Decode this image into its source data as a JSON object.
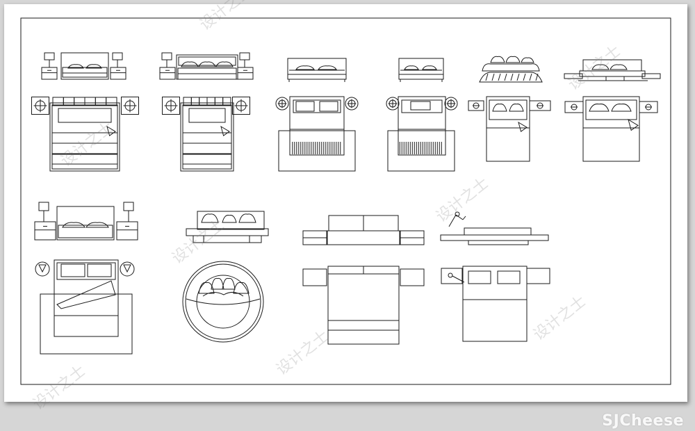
{
  "watermark": {
    "text": "设计之士",
    "brand": "SJCheese"
  },
  "sheet": {
    "background": "#ffffff",
    "line_color": "#1a1a1a",
    "page_background": "#d6d6d6"
  },
  "symbols": [
    {
      "name": "bed-elevation-1",
      "view": "elevation",
      "lamps": 2,
      "nightstands": 2
    },
    {
      "name": "bed-elevation-2",
      "view": "elevation",
      "lamps": 2,
      "nightstands": 2
    },
    {
      "name": "bed-elevation-3",
      "view": "elevation"
    },
    {
      "name": "bed-elevation-4",
      "view": "elevation"
    },
    {
      "name": "bed-elevation-5",
      "view": "elevation",
      "draped": true
    },
    {
      "name": "bed-elevation-6",
      "view": "elevation",
      "platform": true
    },
    {
      "name": "bed-plan-1",
      "view": "plan",
      "tufted_headboard": true
    },
    {
      "name": "bed-plan-2",
      "view": "plan",
      "tufted_headboard": true
    },
    {
      "name": "bed-plan-3",
      "view": "plan",
      "rug": true
    },
    {
      "name": "bed-plan-4",
      "view": "plan",
      "rug": true
    },
    {
      "name": "bed-plan-5",
      "view": "plan"
    },
    {
      "name": "bed-plan-6",
      "view": "plan"
    },
    {
      "name": "bed-elevation-7",
      "view": "elevation",
      "lamps": 2
    },
    {
      "name": "bed-elevation-8",
      "view": "elevation",
      "platform": true
    },
    {
      "name": "bed-elevation-9",
      "view": "elevation"
    },
    {
      "name": "bed-elevation-10",
      "view": "elevation",
      "desk_lamp": true
    },
    {
      "name": "bed-plan-7",
      "view": "plan",
      "rug": true
    },
    {
      "name": "bed-plan-round",
      "view": "plan",
      "round": true
    },
    {
      "name": "bed-plan-9",
      "view": "plan"
    },
    {
      "name": "bed-plan-10",
      "view": "plan",
      "desk_lamp": true
    }
  ]
}
